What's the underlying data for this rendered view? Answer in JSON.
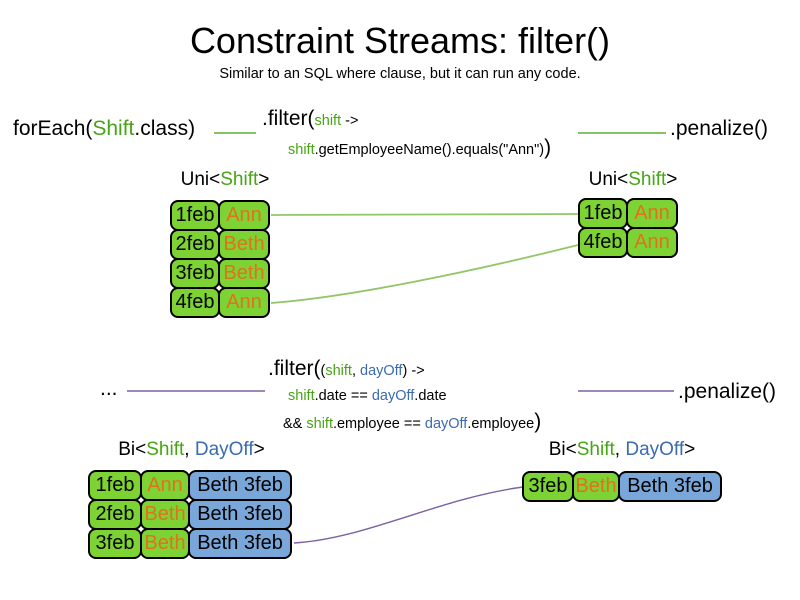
{
  "title": "Constraint Streams: filter()",
  "subtitle": "Similar to an SQL where clause, but it can run any code.",
  "colors": {
    "green_box": "#7cd333",
    "blue_box": "#7aa7d9",
    "green_text": "#46a514",
    "blue_text": "#3b6bb0",
    "orange_text": "#e2711c",
    "code_connector_green": "#5faf30",
    "table_connector_green": "#93c669",
    "connector_purple": "#7e61a2"
  },
  "code1": {
    "foreach_pre": "forEach(",
    "foreach_type": "Shift",
    "foreach_post": ".class)",
    "filter_head": ".filter(",
    "filter_arg": "shift",
    "filter_arrow": " ->",
    "body_var": "shift",
    "body_rest": ".getEmployeeName().equals(\"Ann\")",
    "body_close": ")",
    "penalize": ".penalize()"
  },
  "uni_label": {
    "pre": "Uni<",
    "type": "Shift",
    "post": ">"
  },
  "table_uni_left": {
    "rows": [
      {
        "date": "1feb",
        "name": "Ann"
      },
      {
        "date": "2feb",
        "name": "Beth"
      },
      {
        "date": "3feb",
        "name": "Beth"
      },
      {
        "date": "4feb",
        "name": "Ann"
      }
    ]
  },
  "table_uni_right": {
    "rows": [
      {
        "date": "1feb",
        "name": "Ann"
      },
      {
        "date": "4feb",
        "name": "Ann"
      }
    ]
  },
  "code2": {
    "ellipsis": "...",
    "filter_head": ".filter(",
    "paren_open": "(",
    "arg1": "shift",
    "comma": ", ",
    "arg2": "dayOff",
    "paren_close": ")",
    "arrow": " ->",
    "line2_var1": "shift",
    "line2_op": ".date == ",
    "line2_var2": "dayOff",
    "line2_tail": ".date",
    "line3_pre": "&& ",
    "line3_var1": "shift",
    "line3_op": ".employee == ",
    "line3_var2": "dayOff",
    "line3_tail": ".employee",
    "line3_close": ")",
    "penalize": ".penalize()"
  },
  "bi_label": {
    "pre": "Bi<",
    "type1": "Shift",
    "comma": ", ",
    "type2": "DayOff",
    "post": ">"
  },
  "table_bi_left": {
    "rows": [
      {
        "date": "1feb",
        "name": "Ann",
        "pair": "Beth 3feb"
      },
      {
        "date": "2feb",
        "name": "Beth",
        "pair": "Beth 3feb"
      },
      {
        "date": "3feb",
        "name": "Beth",
        "pair": "Beth 3feb"
      }
    ]
  },
  "table_bi_right": {
    "rows": [
      {
        "date": "3feb",
        "name": "Beth",
        "pair": "Beth 3feb"
      }
    ]
  }
}
